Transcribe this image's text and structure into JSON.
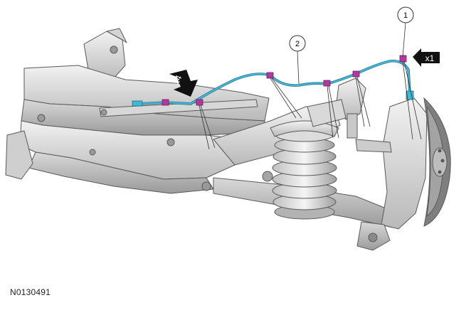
{
  "figure": {
    "id": "N0130491"
  },
  "callouts": [
    {
      "number": "1"
    },
    {
      "number": "2"
    }
  ],
  "quantity_arrows": [
    {
      "label": "x4"
    },
    {
      "label": "x1"
    }
  ],
  "colors": {
    "background": "#ffffff",
    "harness": "#3fb8d8",
    "clip": "#b03a9f",
    "metal_light": "#e8e8e8",
    "metal_mid": "#c8c8c8",
    "metal_dark": "#8f8f8f",
    "outline": "#5a5a5a",
    "arrow": "#111111"
  }
}
